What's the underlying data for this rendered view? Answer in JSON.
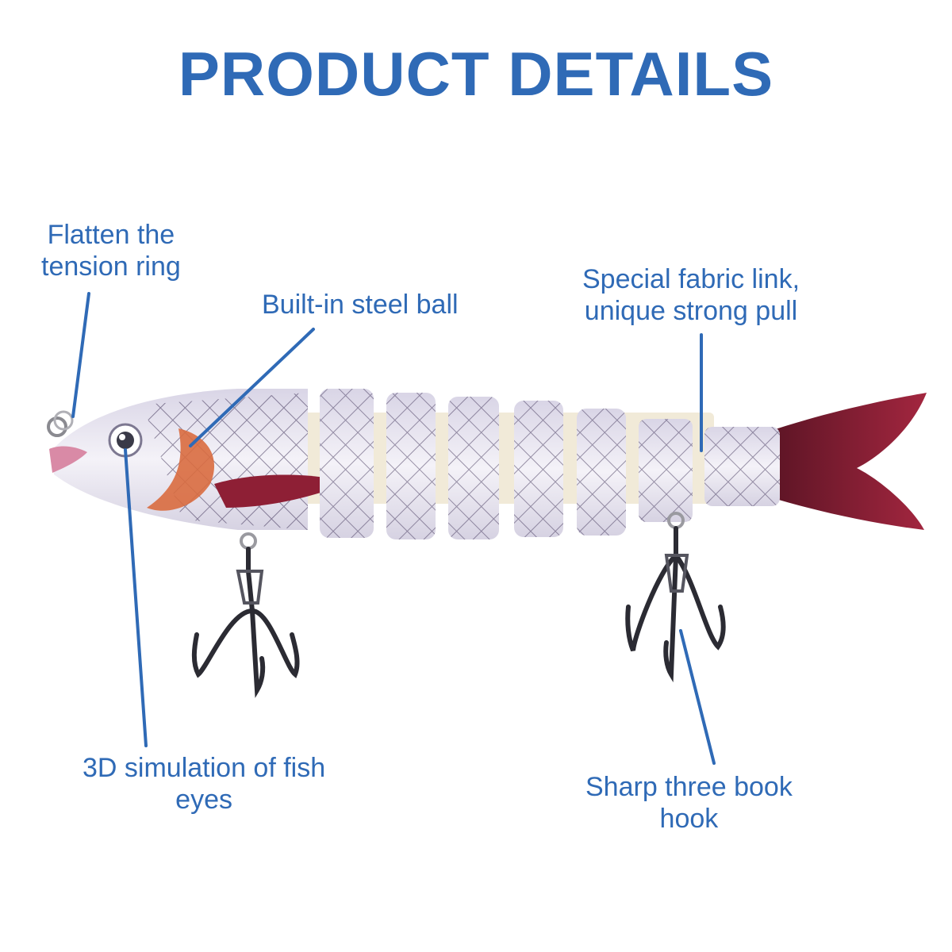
{
  "title": "PRODUCT DETAILS",
  "accent_color": "#2f6ab6",
  "callouts": {
    "tension_ring": {
      "line1": "Flatten the",
      "line2": "tension ring"
    },
    "steel_ball": {
      "line1": "Built-in steel ball"
    },
    "fabric_link": {
      "line1": "Special fabric link,",
      "line2": "unique strong pull"
    },
    "fish_eyes": {
      "line1": "3D simulation of fish",
      "line2": "eyes"
    },
    "treble_hook": {
      "line1": "Sharp three book",
      "line2": "hook"
    }
  },
  "product": {
    "body_color": "#e8e4f0",
    "scale_color": "#3c2f55",
    "tail_color": "#8e1f35",
    "gill_color": "#d96b3f"
  }
}
